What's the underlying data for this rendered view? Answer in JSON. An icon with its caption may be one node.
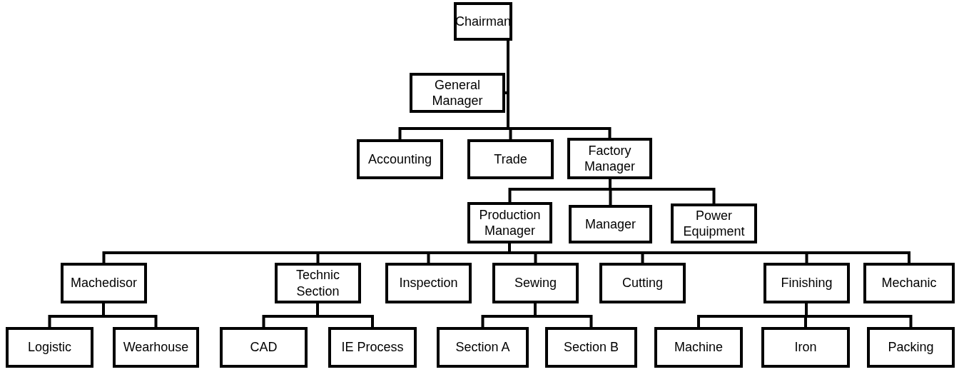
{
  "diagram": {
    "nodes": [
      {
        "text": [
          "Chairman"
        ]
      },
      {
        "text": [
          "General Manager"
        ]
      },
      {
        "text": [
          "Accounting"
        ]
      },
      {
        "text": [
          "Trade"
        ]
      },
      {
        "text": [
          "Factory Manager"
        ]
      },
      {
        "text": [
          "Production Manager"
        ]
      },
      {
        "text": [
          "Manager"
        ]
      },
      {
        "text": [
          "Power Equipment"
        ]
      },
      {
        "text": [
          "Machedisor"
        ]
      },
      {
        "text": [
          "Technic Section"
        ]
      },
      {
        "text": [
          "Inspection"
        ]
      },
      {
        "text": [
          "Sewing"
        ]
      },
      {
        "text": [
          "Cutting"
        ]
      },
      {
        "text": [
          "Finishing"
        ]
      },
      {
        "text": [
          "Mechanic"
        ]
      },
      {
        "text": [
          "Logistic"
        ]
      },
      {
        "text": [
          "Wearhouse"
        ]
      },
      {
        "text": [
          "CAD"
        ]
      },
      {
        "text": [
          "IE Process"
        ]
      },
      {
        "text": [
          "Section A"
        ]
      },
      {
        "text": [
          "Section B"
        ]
      },
      {
        "text": [
          "Machine"
        ]
      },
      {
        "text": [
          "Iron"
        ]
      },
      {
        "text": [
          "Packing"
        ]
      }
    ],
    "edges": [
      {
        "from": 0,
        "to": 1,
        "arrow": "none"
      },
      {
        "from": 0,
        "to": 2,
        "arrow": "none"
      },
      {
        "from": 0,
        "to": 3,
        "arrow": "none"
      },
      {
        "from": 0,
        "to": 4,
        "arrow": "none"
      },
      {
        "from": 4,
        "to": 5,
        "arrow": "none"
      },
      {
        "from": 4,
        "to": 6,
        "arrow": "none"
      },
      {
        "from": 4,
        "to": 7,
        "arrow": "none"
      },
      {
        "from": 5,
        "to": 8,
        "arrow": "none"
      },
      {
        "from": 5,
        "to": 9,
        "arrow": "none"
      },
      {
        "from": 5,
        "to": 10,
        "arrow": "none"
      },
      {
        "from": 5,
        "to": 11,
        "arrow": "none"
      },
      {
        "from": 5,
        "to": 12,
        "arrow": "none"
      },
      {
        "from": 5,
        "to": 13,
        "arrow": "none"
      },
      {
        "from": 5,
        "to": 14,
        "arrow": "none"
      },
      {
        "from": 8,
        "to": 15,
        "arrow": "none"
      },
      {
        "from": 8,
        "to": 16,
        "arrow": "none"
      },
      {
        "from": 9,
        "to": 17,
        "arrow": "none"
      },
      {
        "from": 9,
        "to": 18,
        "arrow": "none"
      },
      {
        "from": 11,
        "to": 19,
        "arrow": "none"
      },
      {
        "from": 11,
        "to": 20,
        "arrow": "none"
      },
      {
        "from": 13,
        "to": 21,
        "arrow": "none"
      },
      {
        "from": 13,
        "to": 22,
        "arrow": "none"
      },
      {
        "from": 13,
        "to": 23,
        "arrow": "none"
      }
    ]
  }
}
